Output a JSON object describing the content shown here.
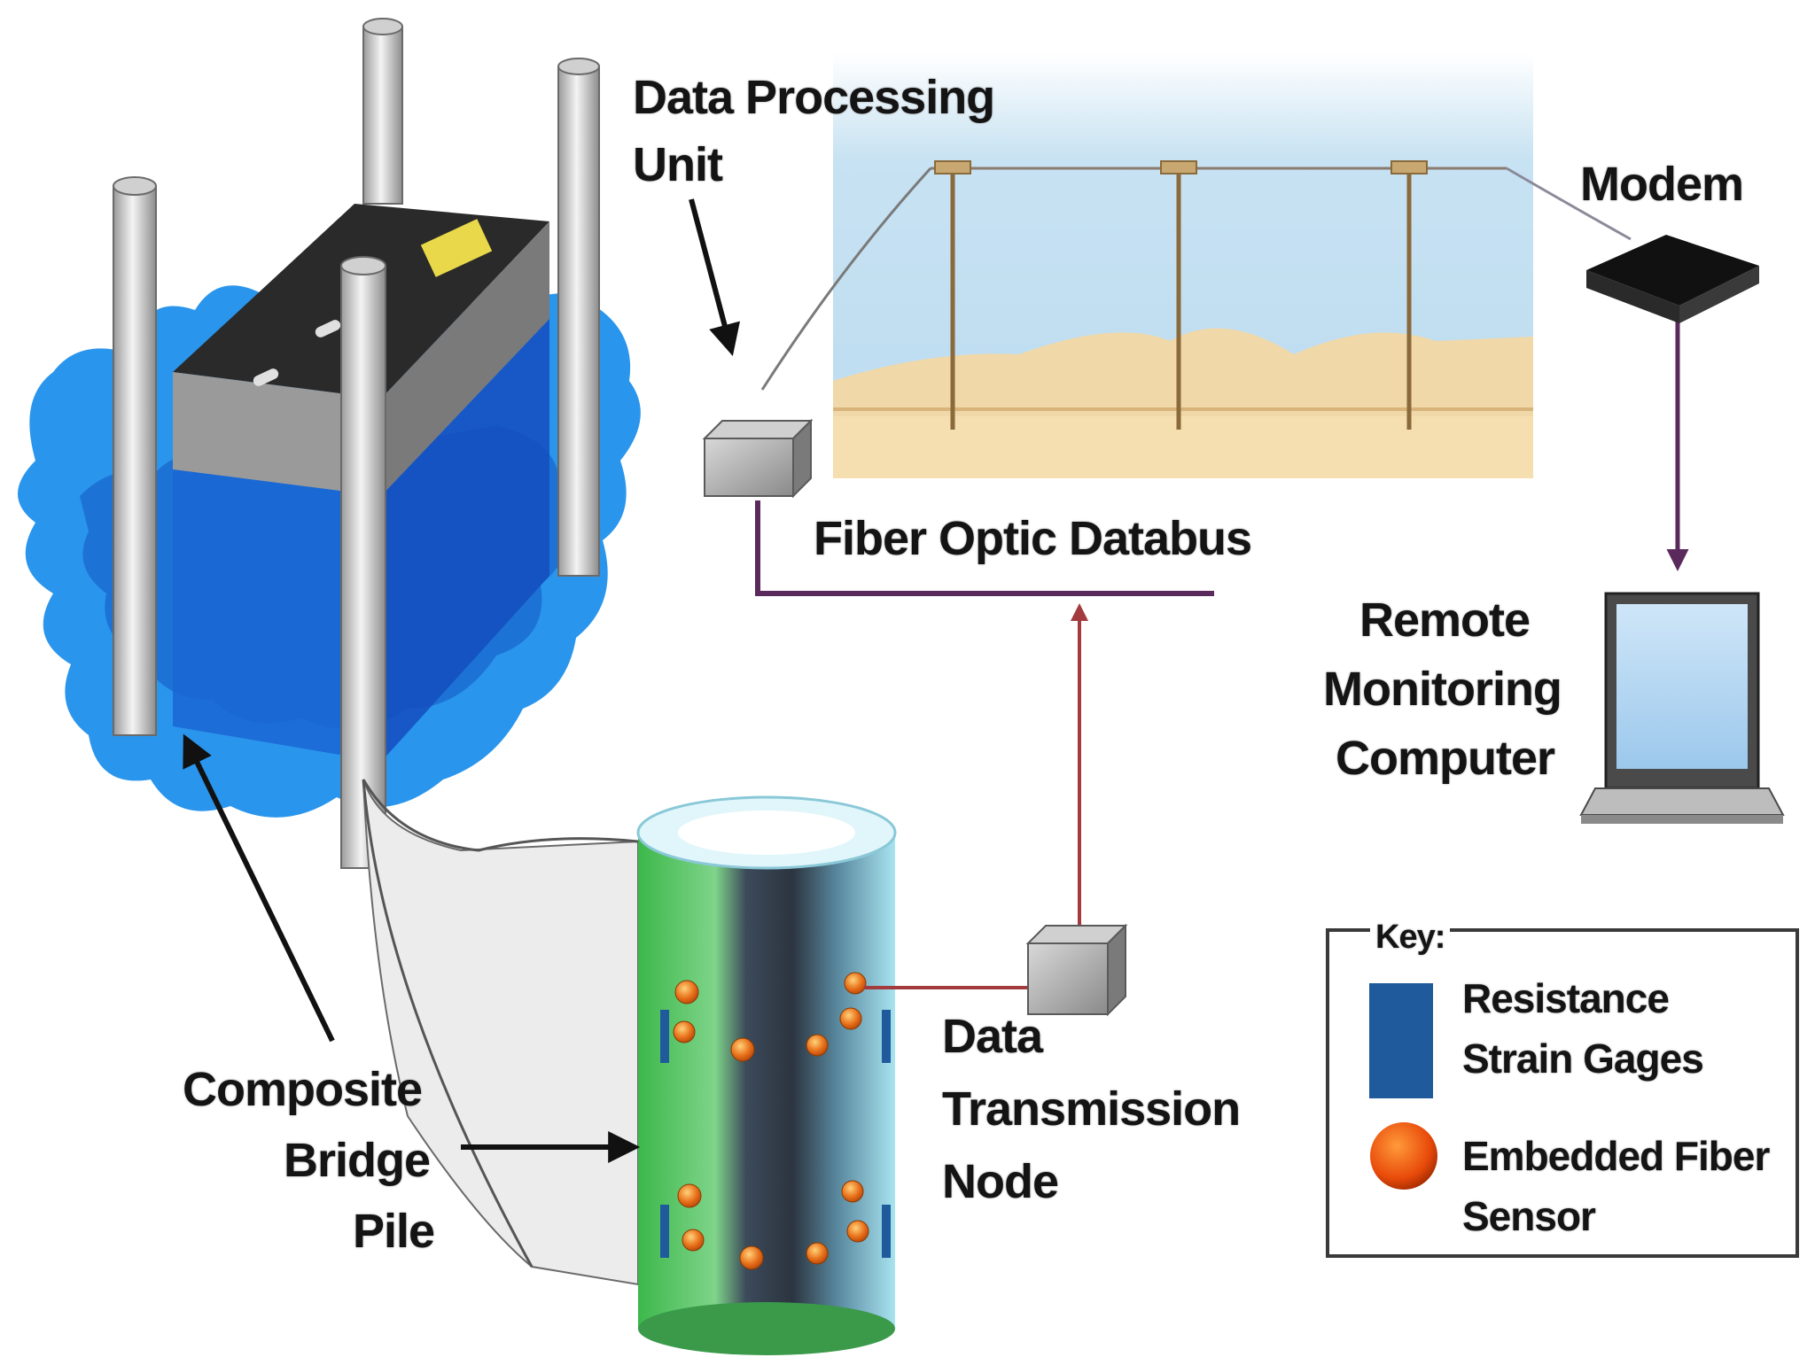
{
  "labels": {
    "data_processing_unit_1": "Data Processing",
    "data_processing_unit_2": "Unit",
    "modem": "Modem",
    "fiber_optic_databus": "Fiber Optic Databus",
    "remote_computer_1": "Remote",
    "remote_computer_2": "Monitoring",
    "remote_computer_3": "Computer",
    "composite_pile_1": "Composite",
    "composite_pile_2": "Bridge",
    "composite_pile_3": "Pile",
    "transmission_node_1": "Data",
    "transmission_node_2": "Transmission",
    "transmission_node_3": "Node"
  },
  "key": {
    "title": "Key:",
    "resistance_1": "Resistance",
    "resistance_2": "Strain Gages",
    "fiber_1": "Embedded Fiber",
    "fiber_2": "Sensor"
  },
  "colors": {
    "databus": "#5a2a5c",
    "transmission_link": "#a33a3e",
    "strain_gage": "#1f5a9c",
    "fiber_sensor": "#e8701a",
    "water": "#1f8fe8",
    "sky": "#c7e2f2",
    "sand": "#f0d8a8"
  }
}
